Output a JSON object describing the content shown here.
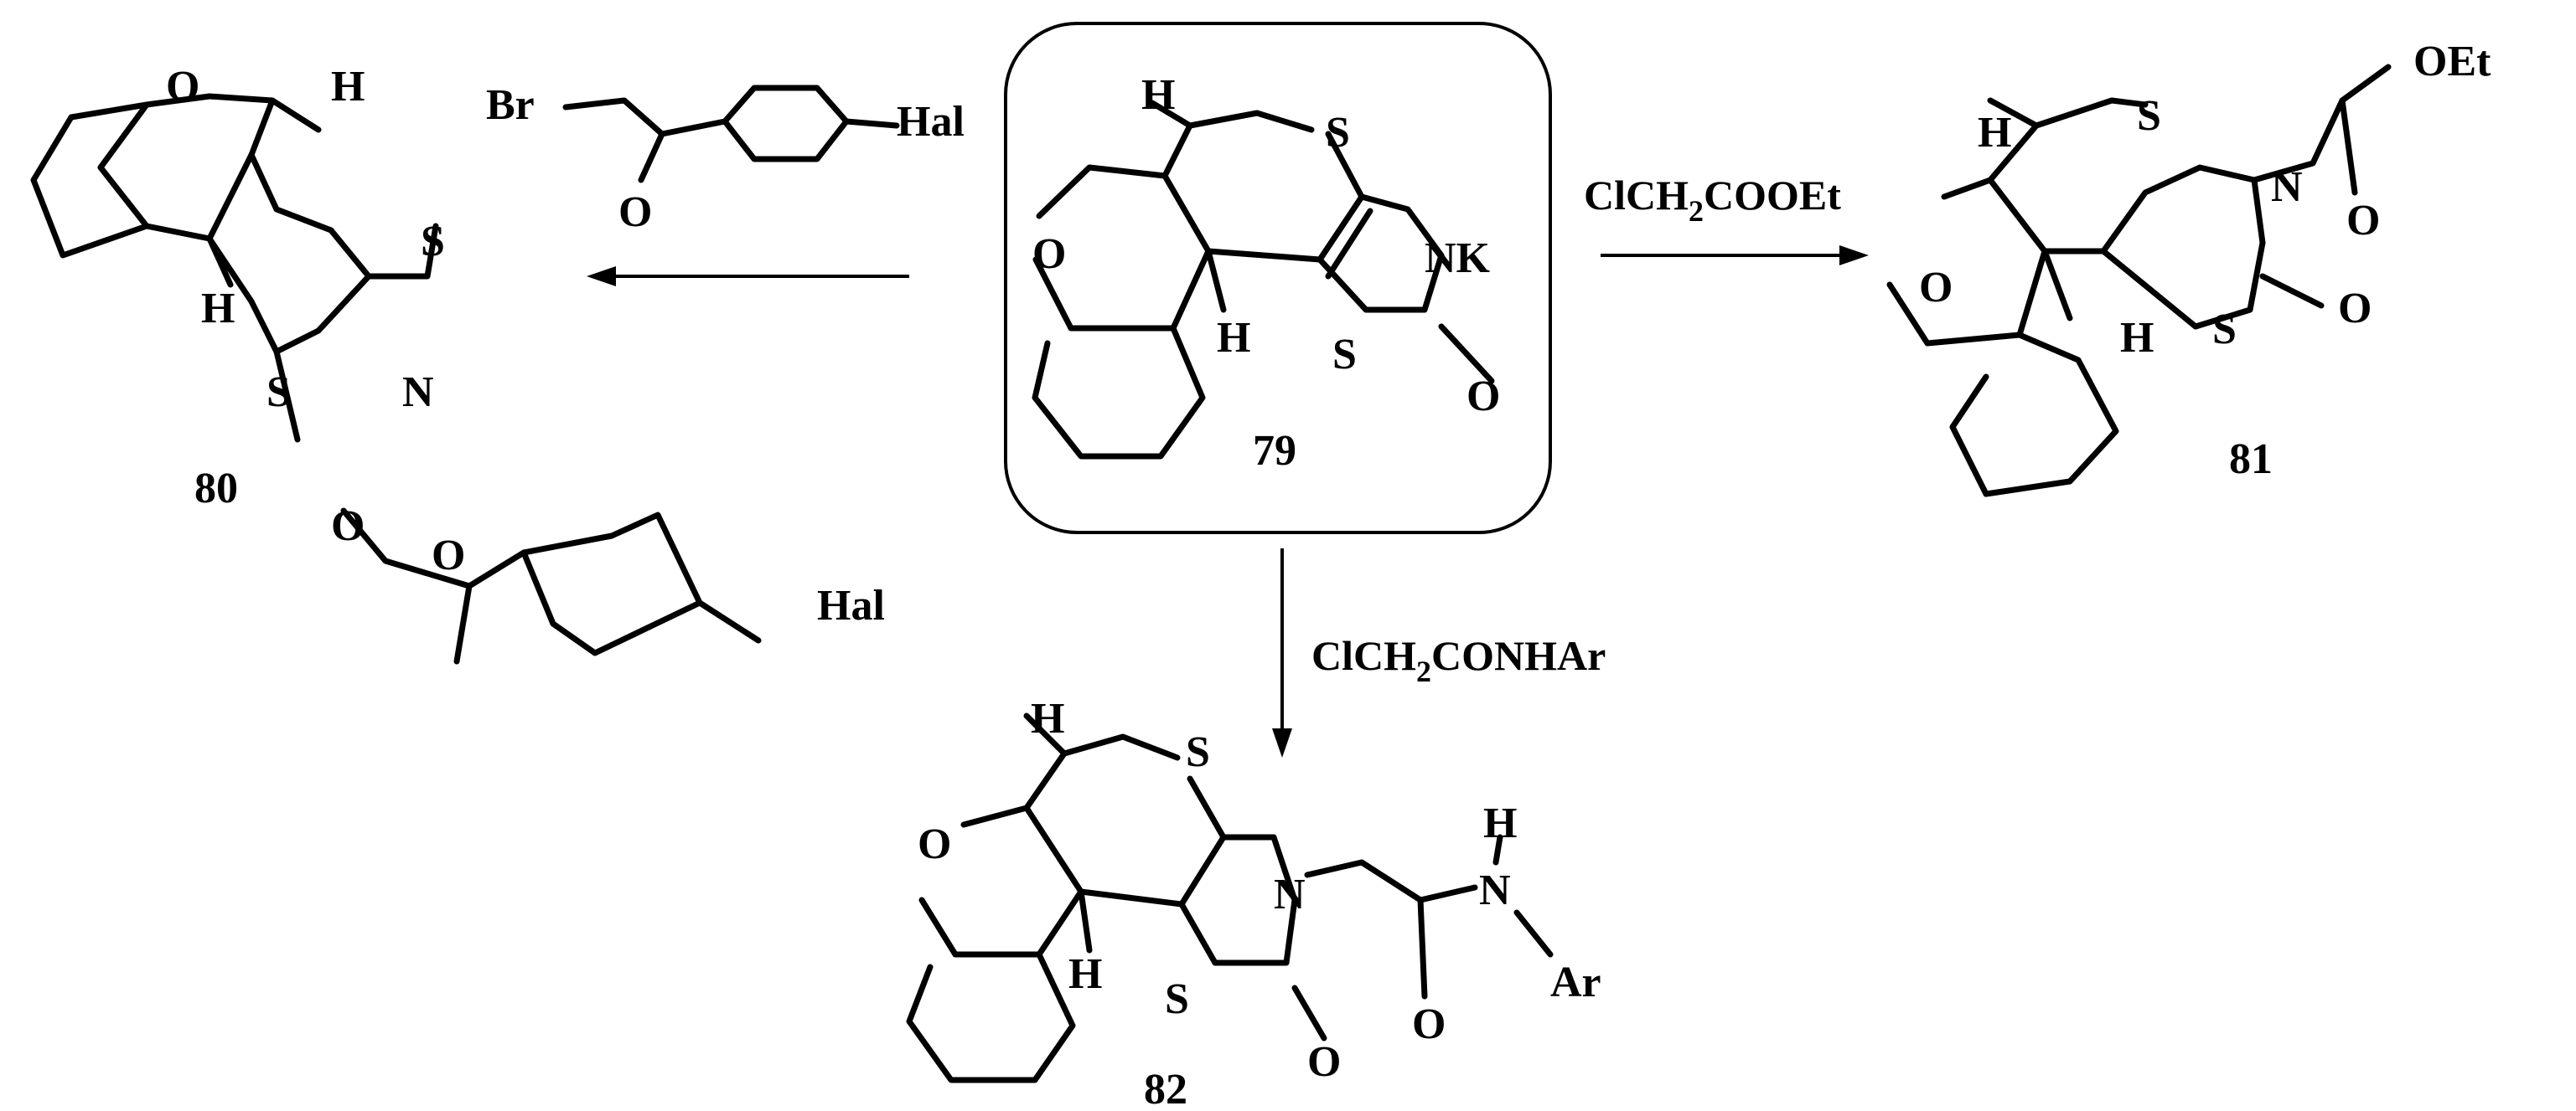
{
  "compounds": {
    "c79": {
      "number": "79",
      "atoms": {
        "h_top": "H",
        "s_ring": "S",
        "nk": "NK",
        "o_pyran": "O",
        "h_bottom": "H",
        "s_thiazole": "S",
        "o_carbonyl": "O"
      }
    },
    "c80": {
      "number": "80",
      "atoms": {
        "o_pyran": "O",
        "h_top": "H",
        "s_ring": "S",
        "h_bottom": "H",
        "s_thiazole": "S",
        "n": "N",
        "o_carbonyl": "O",
        "o_ketone": "O",
        "hal": "Hal"
      }
    },
    "c81": {
      "number": "81",
      "atoms": {
        "h_top": "H",
        "s_ring": "S",
        "n": "N",
        "oet": "OEt",
        "o_ester": "O",
        "o_pyran": "O",
        "h_bottom": "H",
        "s_thiazole": "S",
        "o_carbonyl": "O"
      }
    },
    "c82": {
      "number": "82",
      "atoms": {
        "h_top": "H",
        "s_ring": "S",
        "o_pyran": "O",
        "h_bottom": "H",
        "s_thiazole": "S",
        "n": "N",
        "o_amide": "O",
        "o_carbonyl": "O",
        "nh_h": "H",
        "nh_n": "N",
        "ar": "Ar"
      }
    }
  },
  "reagents": {
    "bromoketone": {
      "br": "Br",
      "o": "O",
      "hal": "Hal"
    },
    "chloroester": {
      "pre": "ClCH",
      "sub": "2",
      "post": "COOEt"
    },
    "chloroamide": {
      "pre": "ClCH",
      "sub": "2",
      "post": "CONHAr"
    }
  }
}
